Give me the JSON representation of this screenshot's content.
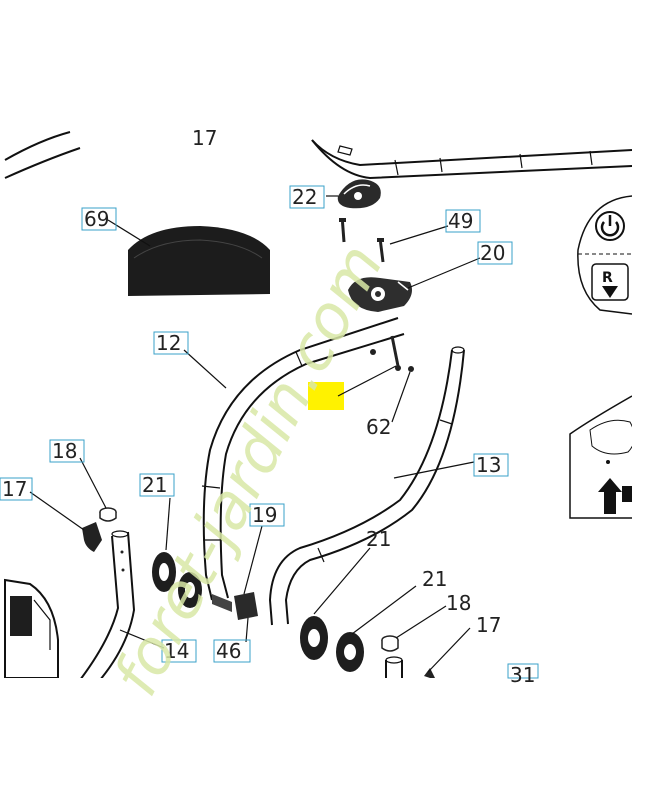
{
  "callouts": {
    "c17_top": "17",
    "c22": "22",
    "c69": "69",
    "c49": "49",
    "c20": "20",
    "c12": "12",
    "c62": "62",
    "c13": "13",
    "c18_left": "18",
    "c17_left": "17",
    "c21_left": "21",
    "c19": "19",
    "c21_right": "21",
    "c21_low": "21",
    "c18_right": "18",
    "c17_right": "17",
    "c14": "14",
    "c46": "46",
    "c31": "31"
  },
  "panel": {
    "reverse_key": "R"
  },
  "watermark": {
    "text": "foret-jardin.com",
    "color": "#d8e8a6"
  },
  "colors": {
    "highlight": "#fff200",
    "label_box": "#3aa0c8",
    "line": "#111111"
  },
  "icons": {
    "power": "power-icon",
    "arrow_down": "arrow-down-icon",
    "arrow_up": "arrow-up-icon"
  }
}
